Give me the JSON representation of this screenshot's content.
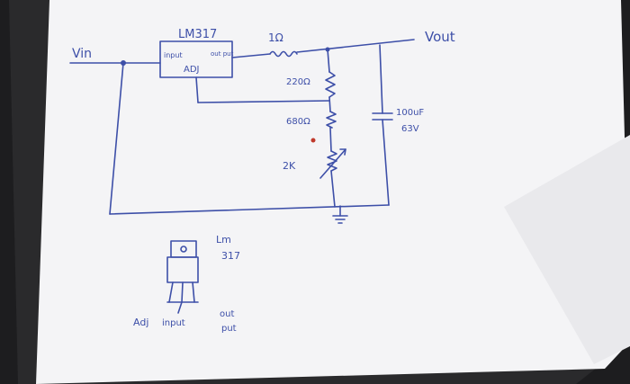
{
  "labels": {
    "vin": "Vin",
    "vout": "Vout",
    "regulator": "LM317",
    "pin_input": "input",
    "pin_output": "out put",
    "pin_adj": "ADJ",
    "r1_value": "1Ω",
    "r2_value": "220Ω",
    "r3_value": "680Ω",
    "pot_value": "2K",
    "cap_value": "100uF",
    "cap_voltage": "63V",
    "package_name_line1": "Lm",
    "package_name_line2": "317",
    "pkg_pin_adj": "Adj",
    "pkg_pin_input": "input",
    "pkg_pin_out_line1": "out",
    "pkg_pin_out_line2": "put"
  },
  "colors": {
    "ink": "#3d4fa8",
    "paper": "#f4f4f6",
    "backdrop": "#1d1d1f",
    "dot_red": "#c0392b"
  }
}
